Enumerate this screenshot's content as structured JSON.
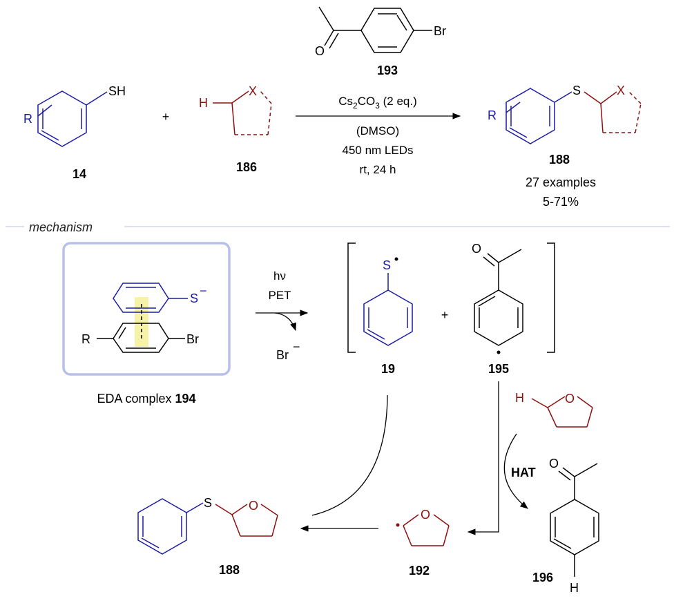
{
  "reaction": {
    "reagent_label": "193",
    "reagent_br": "Br",
    "reactant1_label": "14",
    "reactant1_sh": "SH",
    "reactant1_r": "R",
    "plus": "+",
    "reactant2_label": "186",
    "reactant2_h": "H",
    "reactant2_x": "X",
    "conditions": {
      "cs2co3_main": "Cs",
      "cs2co3_sub1": "2",
      "cs2co3_co": "CO",
      "cs2co3_sub2": "3",
      "cs2co3_tail": " (2 eq.)",
      "solvent": "(DMSO)",
      "light": "450 nm LEDs",
      "time": "rt, 24 h"
    },
    "product_label": "188",
    "product_s": "S",
    "product_r": "R",
    "product_x": "X",
    "examples": "27 examples",
    "yield": "5-71%"
  },
  "mechanism": {
    "heading": "mechanism",
    "eda_prefix": "EDA complex ",
    "eda_num": "194",
    "eda_s": "S",
    "eda_minus": "−",
    "eda_r": "R",
    "eda_br": "Br",
    "hv": "hν",
    "pet": "PET",
    "br_leaving": "Br",
    "br_minus": "−",
    "radical_s": "S",
    "label_19": "19",
    "label_195": "195",
    "plus": "+",
    "thf_h": "H",
    "thf_o": "O",
    "hat": "HAT",
    "label_196": "196",
    "acetophenone_o": "O",
    "h196": "H",
    "label_192": "192",
    "o192": "O",
    "label_188": "188",
    "s188": "S",
    "o188": "O"
  },
  "colors": {
    "aryl": "#1a1aa6",
    "ether": "#8c1010",
    "box": "#b8bfe8",
    "highlight": "#f6f2a8",
    "divider": "#b7bce0"
  }
}
